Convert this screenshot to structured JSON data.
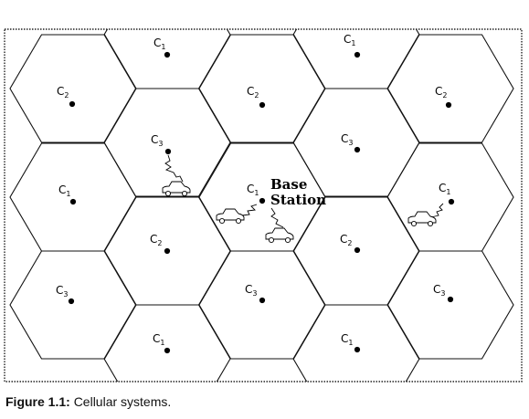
{
  "figure": {
    "label": "Figure 1.1:",
    "title": "Cellular systems."
  },
  "base_station_label": [
    "Base",
    "Station"
  ],
  "cells": [
    {
      "id": "c1-top-left",
      "letter": "C",
      "sub": "1"
    },
    {
      "id": "c1-top-right",
      "letter": "C",
      "sub": "1"
    },
    {
      "id": "c2-left",
      "letter": "C",
      "sub": "2"
    },
    {
      "id": "c2-middle",
      "letter": "C",
      "sub": "2"
    },
    {
      "id": "c2-right",
      "letter": "C",
      "sub": "2"
    },
    {
      "id": "c3-upper-left",
      "letter": "C",
      "sub": "3"
    },
    {
      "id": "c3-upper-right",
      "letter": "C",
      "sub": "3"
    },
    {
      "id": "c1-left",
      "letter": "C",
      "sub": "1"
    },
    {
      "id": "c1-center",
      "letter": "C",
      "sub": "1"
    },
    {
      "id": "c1-right",
      "letter": "C",
      "sub": "1"
    },
    {
      "id": "c2-lower-left",
      "letter": "C",
      "sub": "2"
    },
    {
      "id": "c2-lower-right",
      "letter": "C",
      "sub": "2"
    },
    {
      "id": "c3-left",
      "letter": "C",
      "sub": "3"
    },
    {
      "id": "c3-middle",
      "letter": "C",
      "sub": "3"
    },
    {
      "id": "c3-right",
      "letter": "C",
      "sub": "3"
    },
    {
      "id": "c1-bottom-left",
      "letter": "C",
      "sub": "1"
    },
    {
      "id": "c1-bottom-right",
      "letter": "C",
      "sub": "1"
    }
  ]
}
